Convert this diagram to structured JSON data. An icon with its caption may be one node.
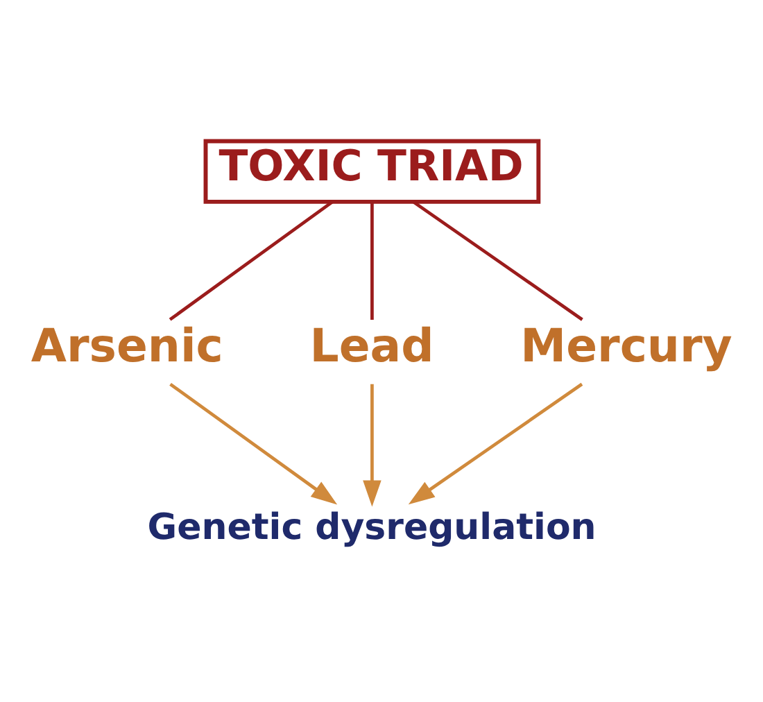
{
  "diagram": {
    "nodes": [
      {
        "text": [
          "TOXIC TRIAD"
        ]
      },
      {
        "text": [
          "Arsenic"
        ]
      },
      {
        "text": [
          "Lead"
        ]
      },
      {
        "text": [
          "Mercury"
        ]
      },
      {
        "text": [
          "Genetic dysregulation"
        ]
      }
    ],
    "edges": [
      {
        "from": 0,
        "to": 1,
        "arrow": "none",
        "color": "#9b1c1c"
      },
      {
        "from": 0,
        "to": 2,
        "arrow": "none",
        "color": "#9b1c1c"
      },
      {
        "from": 0,
        "to": 3,
        "arrow": "none",
        "color": "#9b1c1c"
      },
      {
        "from": 1,
        "to": 4,
        "arrow": "to",
        "color": "#d08a3c"
      },
      {
        "from": 2,
        "to": 4,
        "arrow": "to",
        "color": "#d08a3c"
      },
      {
        "from": 3,
        "to": 4,
        "arrow": "to",
        "color": "#d08a3c"
      }
    ]
  }
}
